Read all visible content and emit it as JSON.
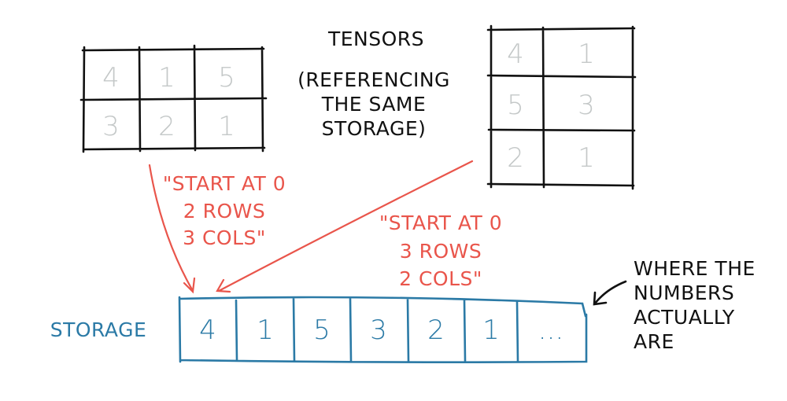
{
  "title": {
    "line1": "TENSORS",
    "line2": "(REFERENCING",
    "line3": "THE SAME",
    "line4": "STORAGE)"
  },
  "tensor_a": {
    "rows": [
      [
        "4",
        "1",
        "5"
      ],
      [
        "3",
        "2",
        "1"
      ]
    ]
  },
  "tensor_b": {
    "rows": [
      [
        "4",
        "1"
      ],
      [
        "5",
        "3"
      ],
      [
        "2",
        "1"
      ]
    ]
  },
  "annotation_a": {
    "line1": "\"START AT 0",
    "line2": "2 ROWS",
    "line3": "3 COLS\""
  },
  "annotation_b": {
    "line1": "\"START AT 0",
    "line2": "3 ROWS",
    "line3": "2 COLS\""
  },
  "storage": {
    "label": "STORAGE",
    "cells": [
      "4",
      "1",
      "5",
      "3",
      "2",
      "1",
      "..."
    ]
  },
  "note": {
    "line1": "WHERE THE",
    "line2": "NUMBERS",
    "line3": "ACTUALLY",
    "line4": "ARE"
  },
  "colors": {
    "ink": "#111111",
    "cell_numbers": "#c4c8c8",
    "annotation": "#e9554b",
    "storage": "#2b7aa6"
  }
}
